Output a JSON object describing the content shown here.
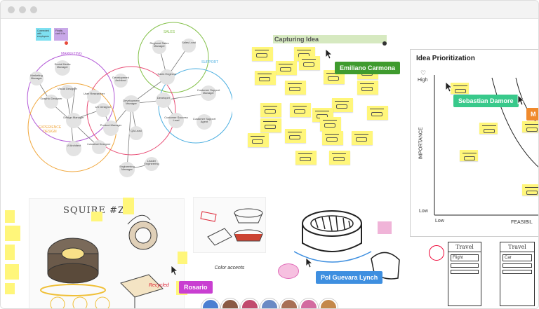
{
  "window": {
    "controls": [
      "close",
      "minimize",
      "maximize"
    ]
  },
  "mindmap": {
    "top_notes": [
      "Connected with employees",
      "Finally can't it in"
    ],
    "groups": [
      {
        "name": "MARKETING",
        "color": "#b35ad7"
      },
      {
        "name": "SALES",
        "color": "#84c14a"
      },
      {
        "name": "SUPPORT",
        "color": "#4aaee0"
      },
      {
        "name": "EXPERIENCE DESIGN",
        "color": "#f0a63a"
      }
    ],
    "nodes": [
      "Regional Sales Manager",
      "Sales Lead",
      "Social Media Manager",
      "Marketing Manager",
      "Sales Engineer",
      "Graphic Designer",
      "Visual Designer",
      "Development Architect",
      "User Researcher",
      "Customer Support Manager",
      "UX Designer",
      "Development Manager",
      "Developer",
      "Design Manager",
      "Product Manager",
      "Customer Success Lead",
      "Customer Support Agent",
      "QA Lead",
      "UI Architect",
      "Industrial Designer",
      "Leader Engineering",
      "Engineering Manager"
    ]
  },
  "capturing": {
    "title": "Capturing Idea"
  },
  "prioritization": {
    "title": "Idea Prioritization",
    "y_high": "High",
    "y_low": "Low",
    "y_axis": "IMPORTANCE",
    "x_low": "Low",
    "x_axis": "FEASIBIL"
  },
  "collaborators": {
    "emiliano": "Emiliano Carmona",
    "sebastian": "Sebastian Damore",
    "cut_off": "M",
    "rosario": "Rosario",
    "pol": "Pol Guevara Lynch"
  },
  "sketches": {
    "tyre_title": "SQUIRE #Z",
    "notes": [
      "Color accents",
      "Recycled"
    ],
    "travel_labels": [
      "Travel",
      "Travel"
    ],
    "travel_fields": [
      "Flight",
      "Car"
    ]
  },
  "colors": {
    "sticky": "#fff67a",
    "emiliano": "#3f9b2e",
    "sebastian": "#38c98b",
    "rosario": "#c93fd1",
    "pol": "#3e8fe0",
    "orange": "#f08a2c"
  }
}
